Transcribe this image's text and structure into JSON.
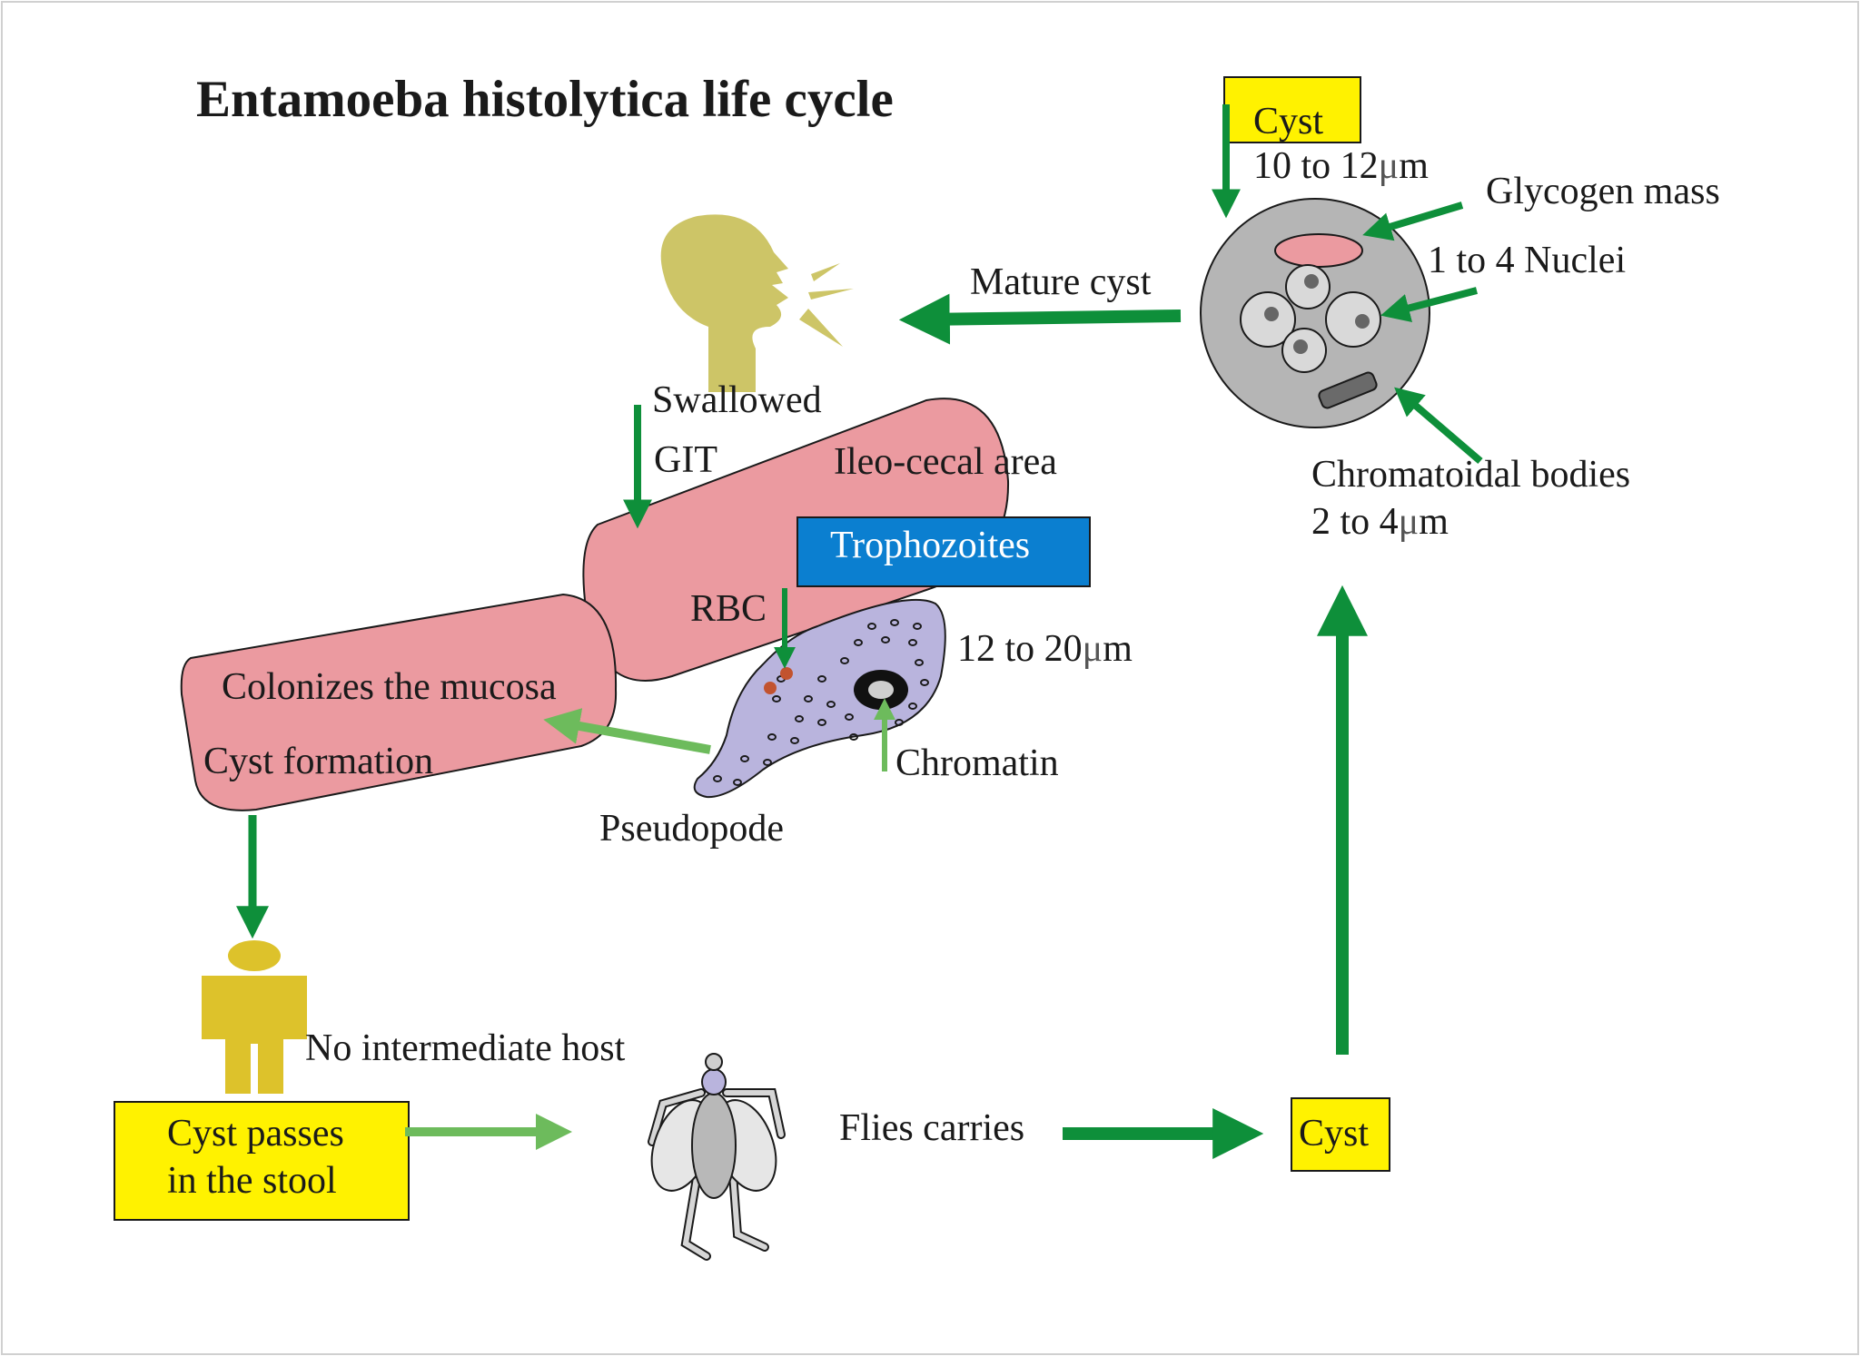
{
  "title": "Entamoeba histolytica life cycle",
  "colors": {
    "arrow": "#0e8f3a",
    "arrow_light": "#6dbb5c",
    "yellow_box": "#fff200",
    "blue_box": "#0b7fd0",
    "intestine": "#eb9aa0",
    "head": "#cdc567",
    "person": "#ddc22b",
    "cyst": "#b5b5b5",
    "trophozoite": "#b9b4dd",
    "glycogen": "#eb9aa0"
  },
  "labels": {
    "cyst_top": "Cyst",
    "cyst_size_text": "10 to 12",
    "cyst_size_mu": "μ",
    "cyst_size_unit": "m",
    "glycogen_mass": "Glycogen mass",
    "nuclei": "1 to 4 Nuclei",
    "chromatoidal_bodies": "Chromatoidal bodies",
    "chromatoidal_size_text": "2 to 4",
    "chromatoidal_size_mu": "μ",
    "chromatoidal_size_unit": "m",
    "mature_cyst": "Mature cyst",
    "swallowed": "Swallowed",
    "git": "GIT",
    "ileo_cecal": "Ileo-cecal area",
    "trophozoites": "Trophozoites",
    "rbc": "RBC",
    "tropho_size_text": "12 to 20",
    "tropho_size_mu": "μ",
    "tropho_size_unit": "m",
    "chromatin": "Chromatin",
    "pseudopode": "Pseudopode",
    "colonizes": "Colonizes the mucosa",
    "cyst_formation": "Cyst formation",
    "no_intermediate_host": "No intermediate host",
    "cyst_passes_line1": "Cyst passes",
    "cyst_passes_line2": "in the stool",
    "flies_carries": "Flies carries",
    "cyst_bottom": "Cyst"
  },
  "icons": [
    "head-icon",
    "person-icon",
    "fly-icon",
    "cyst-cell-icon",
    "trophozoite-icon",
    "intestine-icon"
  ]
}
